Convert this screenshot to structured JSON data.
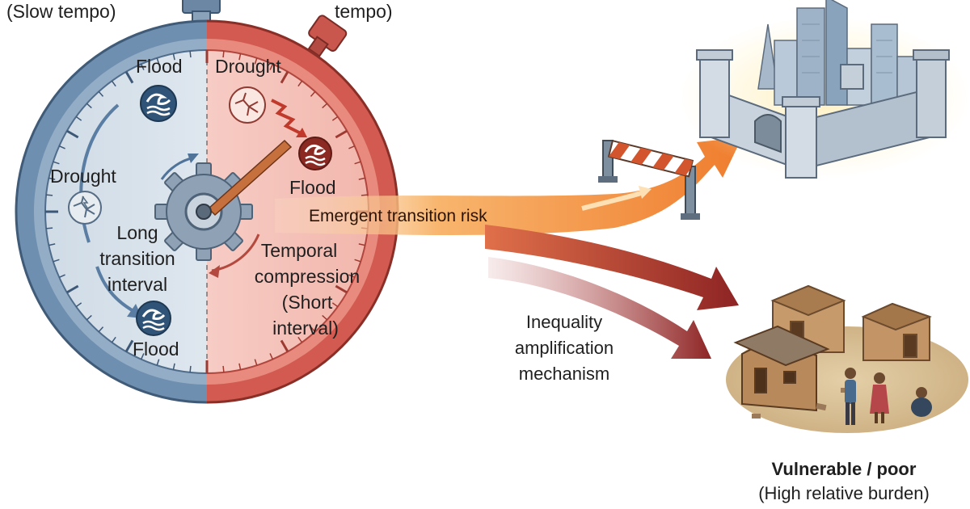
{
  "header": {
    "slow_tempo": "(Slow tempo)",
    "fast_tempo": "tempo)"
  },
  "stopwatch": {
    "slow_half": {
      "top_event": "Flood",
      "middle_event": "Drought",
      "bottom_event": "Flood",
      "interval_label": [
        "Long",
        "transition",
        "interval"
      ]
    },
    "fast_half": {
      "first_event": "Drought",
      "second_event": "Flood",
      "compression_label": [
        "Temporal",
        "compression",
        "(Short",
        "interval)"
      ]
    }
  },
  "pathways": {
    "transition_risk": "Emergent transition risk",
    "inequality": [
      "Inequality",
      "amplification",
      "mechanism"
    ]
  },
  "outcomes": {
    "vulnerable_title": "Vulnerable / poor",
    "vulnerable_subtitle": "(High relative burden)"
  },
  "colors": {
    "slow_blue": "#5f87ad",
    "fast_red": "#cf5a52",
    "risk_orange": "#f08a3a",
    "inequality_maroon": "#9b2d2d"
  },
  "icons": [
    "stopwatch-icon",
    "wave-icon",
    "cracked-earth-icon",
    "lightning-icon",
    "gear-icon",
    "barrier-icon",
    "fortified-city-icon",
    "ruined-village-icon"
  ]
}
